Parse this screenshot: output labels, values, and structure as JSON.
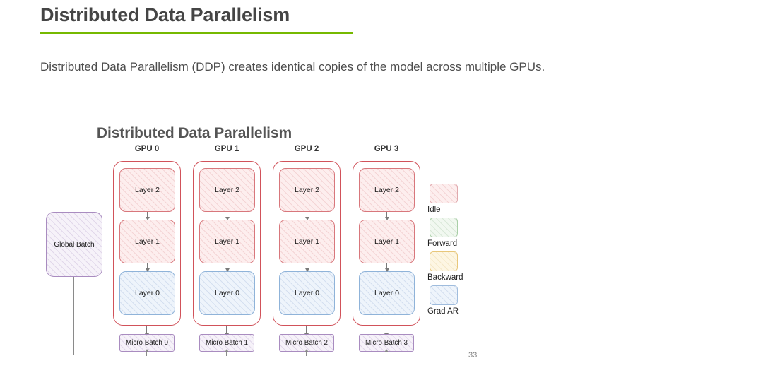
{
  "slide": {
    "title": "Distributed Data Parallelism",
    "subtitle": "Distributed Data Parallelism (DDP) creates identical copies of the model across multiple GPUs.",
    "page_number": "33",
    "accent_color": "#76b900",
    "title_color": "#454545"
  },
  "diagram": {
    "title": "Distributed Data Parallelism",
    "global_batch": {
      "label": "Global Batch",
      "fill": "#f6f2f9",
      "border": "#a98cc0"
    },
    "gpus": [
      {
        "label": "GPU 0",
        "layers": [
          {
            "label": "Layer 2",
            "state": "Idle",
            "fill": "#fdeeee",
            "border": "#d8777c"
          },
          {
            "label": "Layer 1",
            "state": "Idle",
            "fill": "#fdeeee",
            "border": "#d8777c"
          },
          {
            "label": "Layer 0",
            "state": "Grad AR",
            "fill": "#eef4fb",
            "border": "#8fb3d9"
          }
        ],
        "micro_batch": "Micro Batch 0"
      },
      {
        "label": "GPU 1",
        "layers": [
          {
            "label": "Layer 2",
            "state": "Idle",
            "fill": "#fdeeee",
            "border": "#d8777c"
          },
          {
            "label": "Layer 1",
            "state": "Idle",
            "fill": "#fdeeee",
            "border": "#d8777c"
          },
          {
            "label": "Layer 0",
            "state": "Grad AR",
            "fill": "#eef4fb",
            "border": "#8fb3d9"
          }
        ],
        "micro_batch": "Micro Batch 1"
      },
      {
        "label": "GPU 2",
        "layers": [
          {
            "label": "Layer 2",
            "state": "Idle",
            "fill": "#fdeeee",
            "border": "#d8777c"
          },
          {
            "label": "Layer 1",
            "state": "Idle",
            "fill": "#fdeeee",
            "border": "#d8777c"
          },
          {
            "label": "Layer 0",
            "state": "Grad AR",
            "fill": "#eef4fb",
            "border": "#8fb3d9"
          }
        ],
        "micro_batch": "Micro Batch 2"
      },
      {
        "label": "GPU 3",
        "layers": [
          {
            "label": "Layer 2",
            "state": "Idle",
            "fill": "#fdeeee",
            "border": "#d8777c"
          },
          {
            "label": "Layer 1",
            "state": "Idle",
            "fill": "#fdeeee",
            "border": "#d8777c"
          },
          {
            "label": "Layer 0",
            "state": "Grad AR",
            "fill": "#eef4fb",
            "border": "#8fb3d9"
          }
        ],
        "micro_batch": "Micro Batch 3"
      }
    ],
    "legend": [
      {
        "label": "Idle",
        "fill": "#fdeeee",
        "border": "#e0a9ad"
      },
      {
        "label": "Forward",
        "fill": "#f1f8f0",
        "border": "#a9cfa7"
      },
      {
        "label": "Backward",
        "fill": "#fdf6e3",
        "border": "#e8c77a"
      },
      {
        "label": "Grad AR",
        "fill": "#eef4fb",
        "border": "#9fbcdd"
      }
    ]
  }
}
